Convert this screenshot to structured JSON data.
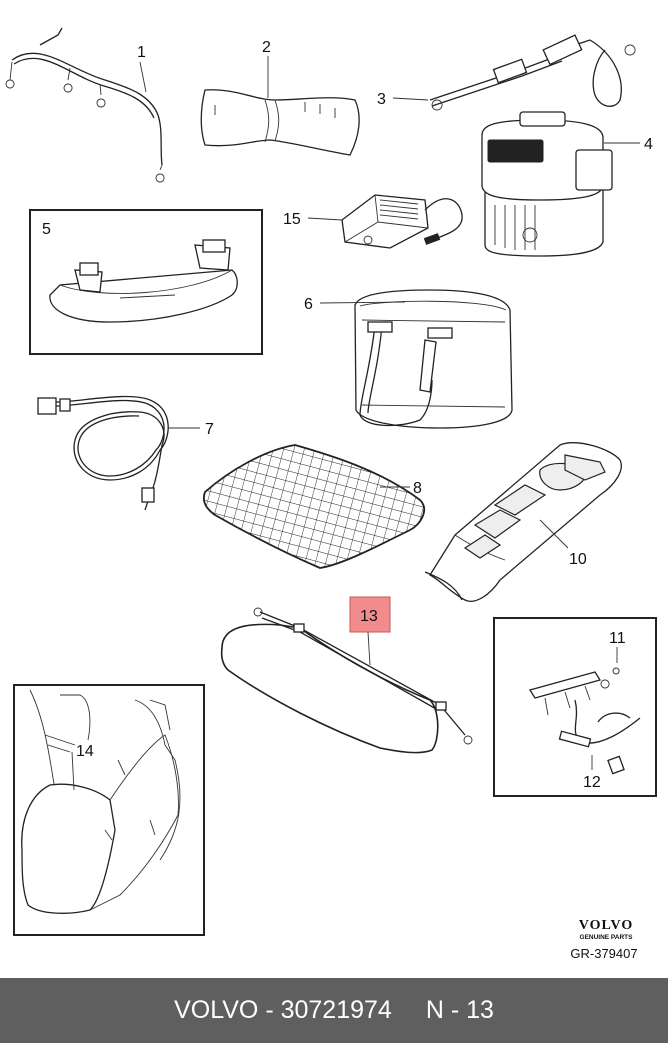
{
  "callouts": {
    "c1": "1",
    "c2": "2",
    "c3": "3",
    "c4": "4",
    "c5": "5",
    "c6": "6",
    "c7": "7",
    "c8": "8",
    "c10": "10",
    "c11": "11",
    "c12": "12",
    "c13": "13",
    "c14": "14",
    "c15": "15"
  },
  "brand": {
    "logo": "VOLVO",
    "subtitle": "GENUINE PARTS",
    "ref": "GR-379407"
  },
  "footer": {
    "part": "VOLVO - 30721974",
    "position": "N - 13"
  },
  "colors": {
    "highlight": "#f28b8b",
    "footer_bg": "#5f5f5f"
  }
}
